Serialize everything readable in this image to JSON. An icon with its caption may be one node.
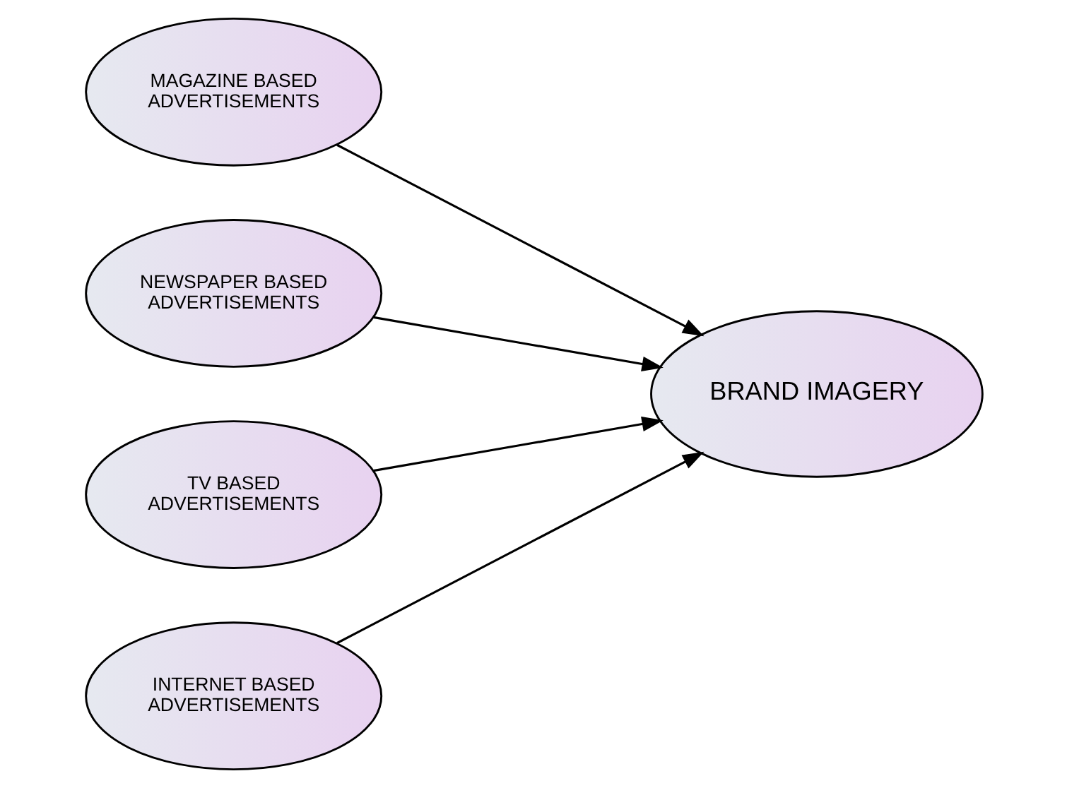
{
  "diagram": {
    "nodes": [
      {
        "text": [
          "MAGAZINE BASED ADVERTISEMENTS"
        ]
      },
      {
        "text": [
          "NEWSPAPER BASED ADVERTISEMENTS"
        ]
      },
      {
        "text": [
          "TV BASED ADVERTISEMENTS"
        ]
      },
      {
        "text": [
          "INTERNET BASED ADVERTISEMENTS"
        ]
      },
      {
        "text": [
          "BRAND IMAGERY"
        ]
      }
    ],
    "edges": [
      {
        "from": 0,
        "to": 4,
        "arrow": "to"
      },
      {
        "from": 1,
        "to": 4,
        "arrow": "to"
      },
      {
        "from": 2,
        "to": 4,
        "arrow": "to"
      },
      {
        "from": 3,
        "to": 4,
        "arrow": "to"
      }
    ]
  }
}
